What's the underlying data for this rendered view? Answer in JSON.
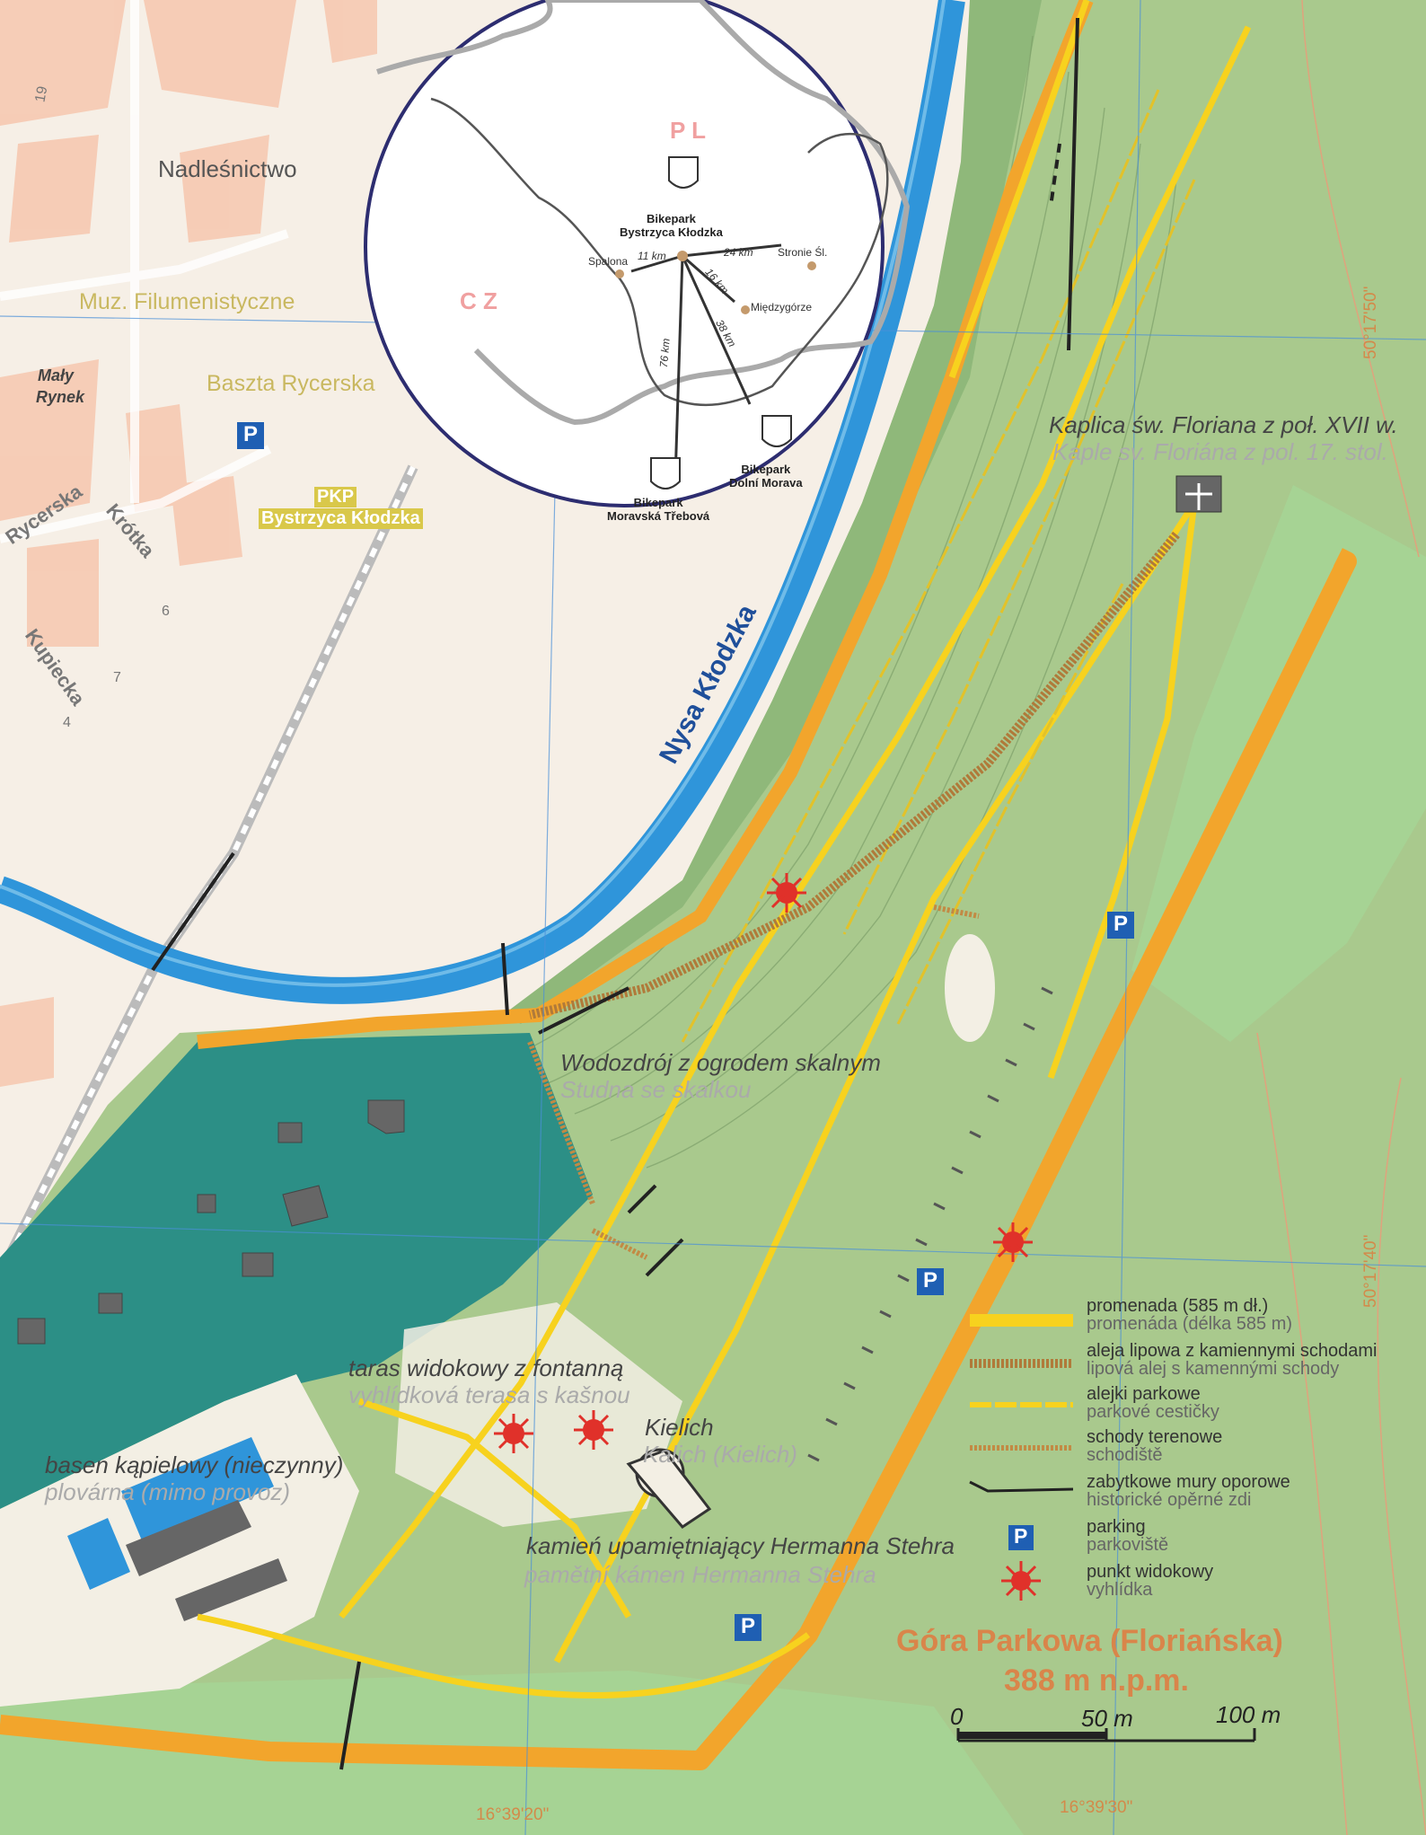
{
  "title": {
    "line1": "Góra Parkowa (Floriańska)",
    "line2": "388 m n.p.m."
  },
  "town_labels": {
    "nadlesnictwo": "Nadleśnictwo",
    "muzeum": "Muz. Filumenistyczne",
    "baszta": "Baszta Rycerska",
    "maly": "Mały",
    "rynek": "Rynek",
    "pkp1": "PKP",
    "pkp2": "Bystrzyca Kłodzka",
    "street_rycerska": "Rycerska",
    "street_krotka": "Krótka",
    "street_kupiecka": "Kupiecka",
    "house_19": "19",
    "house_6": "6",
    "house_7": "7",
    "house_4": "4"
  },
  "river": "Nysa Kłodzka",
  "places": [
    {
      "pl": "Kaplica św. Floriana z poł. XVII w.",
      "cz": "Kaple sv. Floriána z pol. 17. stol."
    },
    {
      "pl": "Wodozdrój z ogrodem skalnym",
      "cz": "Studna se skalkou"
    },
    {
      "pl": "taras widokowy z fontanną",
      "cz": "vyhlídková terasa s kašnou"
    },
    {
      "pl": "Kielich",
      "cz": "Kalich (Kielich)"
    },
    {
      "pl": "basen kąpielowy (nieczynny)",
      "cz": "plovárna (mimo provoz)"
    },
    {
      "pl": "kamień upamiętniający Hermanna Stehra",
      "cz": "pamětní kámen Hermanna Stehra"
    }
  ],
  "legend": [
    {
      "pl": "promenada (585 m dł.)",
      "cz": "promenáda (délka 585 m)",
      "symbol": "promenade"
    },
    {
      "pl": "aleja lipowa z kamiennymi schodami",
      "cz": "lipová alej s kamennými schody",
      "symbol": "linden-stairs"
    },
    {
      "pl": "alejki parkowe",
      "cz": "parkové cestičky",
      "symbol": "park-path"
    },
    {
      "pl": "schody terenowe",
      "cz": "schodiště",
      "symbol": "terrain-stairs"
    },
    {
      "pl": "zabytkowe mury oporowe",
      "cz": "historické opěrné zdi",
      "symbol": "retaining-wall"
    },
    {
      "pl": "parking",
      "cz": "parkoviště",
      "symbol": "parking"
    },
    {
      "pl": "punkt widokowy",
      "cz": "vyhlídka",
      "symbol": "viewpoint"
    }
  ],
  "parking_letter": "P",
  "coordinates": {
    "lat1": "50°17'50\"",
    "lat2": "50°17'40\"",
    "lon1": "16°39'20\"",
    "lon2": "16°39'30\""
  },
  "scale": {
    "a": "0",
    "b": "50 m",
    "c": "100 m"
  },
  "inset": {
    "pl": "P L",
    "cz": "C Z",
    "center": {
      "line1": "Bikepark",
      "line2": "Bystrzyca Kłodzka"
    },
    "spalona": "Spalona",
    "stronie": "Stronie Śl.",
    "miedzygorze": "Międzygórze",
    "d11": "11 km",
    "d24": "24 km",
    "d16": "16 km",
    "d38": "38 km",
    "d76": "76 km",
    "trebova": {
      "line1": "Bikepark",
      "line2": "Moravská Třebová"
    },
    "dolni": {
      "line1": "Bikepark",
      "line2": "Dolní Morava"
    }
  },
  "colors": {
    "promenade": "#f7d21e",
    "orange_road": "#f2a52c",
    "river": "#2f95da",
    "hill": "#a9c98d",
    "forest_dark": "#2c8f86",
    "light_green": "#a6d394",
    "town_building": "#f6c3a8",
    "coord_text": "#d38a4a"
  }
}
